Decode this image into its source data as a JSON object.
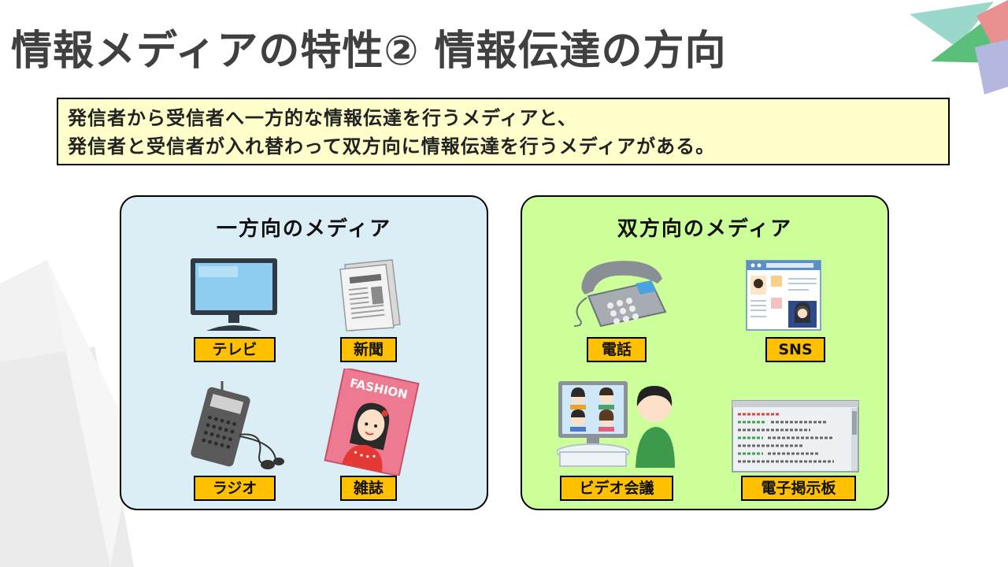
{
  "slide": {
    "title": "情報メディアの特性② 情報伝達の方向",
    "summary": [
      "発信者から受信者へ一方的な情報伝達を行うメディアと、",
      "発信者と受信者が入れ替わって双方向に情報伝達を行うメディアがある。"
    ]
  },
  "one_way": {
    "heading": "一方向のメディア",
    "items": [
      {
        "label": "テレビ",
        "icon": "tv-icon"
      },
      {
        "label": "新聞",
        "icon": "newspaper-icon"
      },
      {
        "label": "ラジオ",
        "icon": "radio-icon"
      },
      {
        "label": "雑誌",
        "icon": "magazine-icon"
      }
    ]
  },
  "two_way": {
    "heading": "双方向のメディア",
    "items": [
      {
        "label": "電話",
        "icon": "telephone-icon"
      },
      {
        "label": "SNS",
        "icon": "sns-icon"
      },
      {
        "label": "ビデオ会議",
        "icon": "video-conference-icon"
      },
      {
        "label": "電子掲示板",
        "icon": "bulletin-board-icon"
      }
    ]
  },
  "colors": {
    "one_way_panel": "#dbeef5",
    "two_way_panel": "#ccff99",
    "label_fill": "#ffc000",
    "callout_fill": "#ffffcc"
  }
}
